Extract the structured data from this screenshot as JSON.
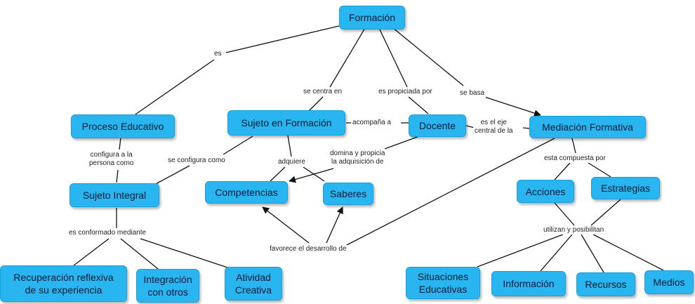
{
  "nodes": {
    "formacion": "Formación",
    "proceso_educativo": "Proceso Educativo",
    "sujeto_formacion": "Sujeto en Formación",
    "docente": "Docente",
    "mediacion_formativa": "Mediación Formativa",
    "sujeto_integral": "Sujeto Integral",
    "competencias": "Competencias",
    "saberes": "Saberes",
    "acciones": "Acciones",
    "estrategias": "Estrategias",
    "recuperacion": "Recuperación reflexiva\nde su experiencia",
    "integracion": "Integración\ncon otros",
    "atividad": "Atividad\nCreativa",
    "situaciones": "Situaciones\nEducativas",
    "informacion": "Información",
    "recursos": "Recursos",
    "medios": "Medios"
  },
  "links": {
    "es": "es",
    "se_centra_en": "se centra en",
    "es_propiciada_por": "es propiciada por",
    "se_basa": "se basa",
    "acompana_a": "acompaña a",
    "es_el_eje": "es el eje\ncentral de la",
    "configura": "configura a la\npersona como",
    "se_configura_como": "se configura como",
    "adquiere": "adquiere",
    "domina": "domina y propicia\nla adquisición de",
    "esta_compuesta_por": "esta compuesta por",
    "es_conformado": "es conformado mediante",
    "favorece": "favorece el desarrollo de",
    "utilizan": "utilizan y posibilitan"
  }
}
